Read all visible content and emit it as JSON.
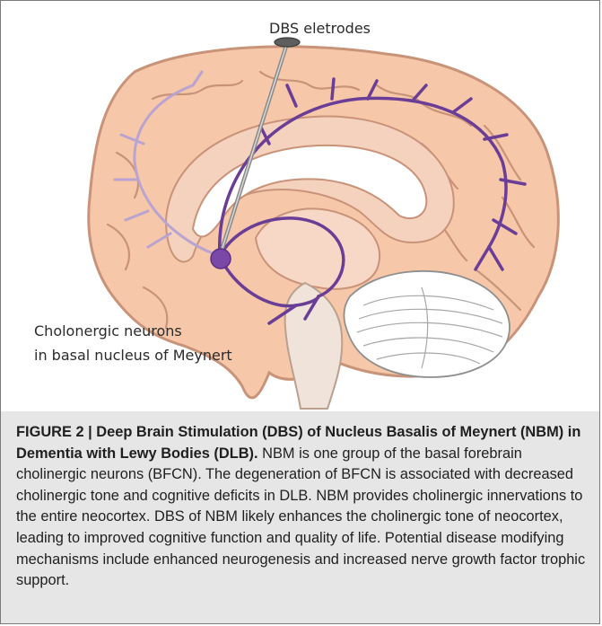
{
  "figure": {
    "labels": {
      "electrode": "DBS eletrodes",
      "neurons_line1": "Cholonergic neurons",
      "neurons_line2": "in basal nucleus of Meynert"
    },
    "colors": {
      "cortex": "#f6c7a8",
      "cortex_edge": "#c9937a",
      "inner": "#f4d2bd",
      "pathway": "#6a3d96",
      "pathway_light": "#b9a3d1",
      "cerebellum": "#ffffff",
      "brainstem": "#efe3da"
    }
  },
  "caption": {
    "label": "FIGURE 2 | Deep Brain Stimulation (DBS) of Nucleus Basalis of Meynert (NBM) in Dementia with Lewy Bodies (DLB).",
    "text": " NBM is one group of the basal forebrain cholinergic neurons (BFCN). The degeneration of BFCN is associated with decreased cholinergic tone and cognitive deficits in DLB. NBM provides cholinergic innervations to the entire neocortex. DBS of NBM likely enhances the cholinergic tone of neocortex, leading to improved cognitive function and quality of life. Potential disease modifying mechanisms include enhanced neurogenesis and increased nerve growth factor trophic support."
  }
}
